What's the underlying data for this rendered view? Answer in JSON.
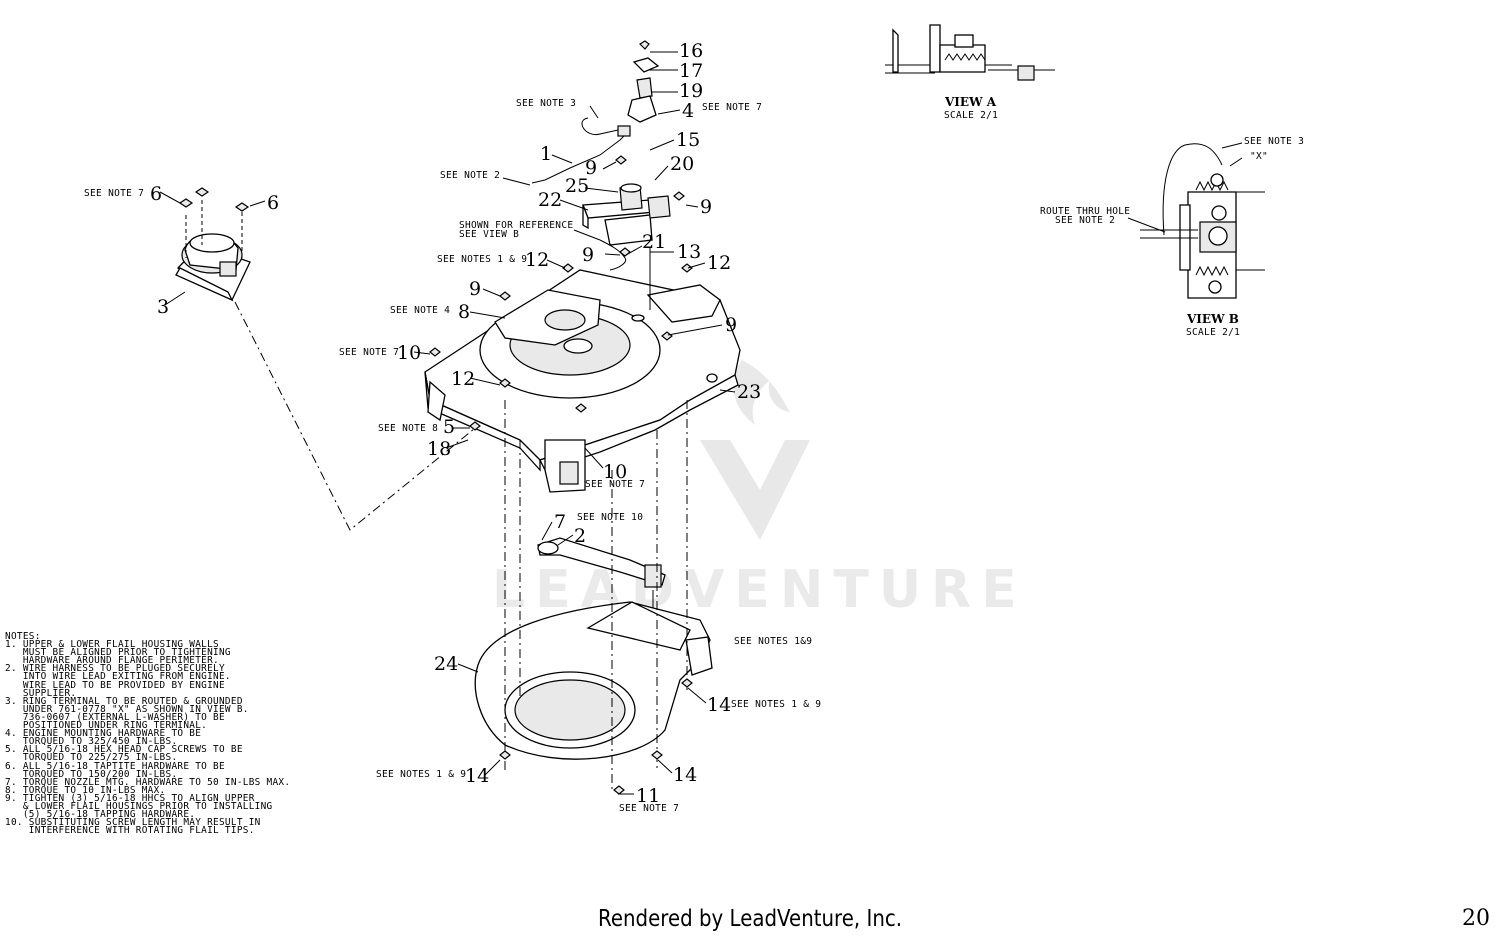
{
  "callouts": {
    "c1": "1",
    "c2": "2",
    "c3": "3",
    "c4": "4",
    "c5": "5",
    "c6a": "6",
    "c6b": "6",
    "c7": "7",
    "c8": "8",
    "c9a": "9",
    "c9b": "9",
    "c9c": "9",
    "c9d": "9",
    "c9e": "9",
    "c10a": "10",
    "c10b": "10",
    "c11": "11",
    "c12a": "12",
    "c12b": "12",
    "c12c": "12",
    "c13": "13",
    "c14a": "14",
    "c14b": "14",
    "c14c": "14",
    "c15": "15",
    "c16": "16",
    "c17": "17",
    "c18": "18",
    "c19": "19",
    "c20": "20",
    "c21": "21",
    "c22": "22",
    "c23": "23",
    "c24": "24",
    "c25": "25"
  },
  "labels": {
    "see_note_3": "SEE NOTE 3",
    "see_note_7_a": "SEE NOTE 7",
    "see_note_7_b": "SEE NOTE 7",
    "see_note_7_c": "SEE NOTE 7",
    "see_note_7_d": "SEE NOTE 7",
    "see_note_7_e": "SEE NOTE 7",
    "see_note_2": "SEE NOTE 2",
    "shown_ref_1": "SHOWN FOR REFERENCE",
    "shown_ref_2": "SEE VIEW B",
    "see_notes_1_9_a": "SEE NOTES 1 & 9",
    "see_note_4": "SEE NOTE 4",
    "see_note_8": "SEE NOTE 8",
    "see_note_10": "SEE NOTE 10",
    "see_notes_1_9_b": "SEE NOTES 1&9",
    "see_notes_1_9_c": "SEE NOTES 1 & 9",
    "see_notes_1_9_d": "SEE NOTES 1 & 9",
    "view_a_title": "VIEW A",
    "view_a_scale": "SCALE 2/1",
    "view_b_title": "VIEW B",
    "view_b_scale": "SCALE 2/1",
    "view_b_note3": "SEE NOTE 3",
    "view_b_x": "\"X\"",
    "route_1": "ROUTE THRU HOLE",
    "route_2": "SEE NOTE 2"
  },
  "notes": "NOTES:\n1. UPPER & LOWER FLAIL HOUSING WALLS\n   MUST BE ALIGNED PRIOR TO TIGHTENING\n   HARDWARE AROUND FLANGE PERIMETER.\n2. WIRE HARNESS TO BE PLUGED SECURELY\n   INTO WIRE LEAD EXITING FROM ENGINE.\n   WIRE LEAD TO BE PROVIDED BY ENGINE\n   SUPPLIER.\n3. RING TERMINAL TO BE ROUTED & GROUNDED\n   UNDER 761-0778 \"X\" AS SHOWN IN VIEW B.\n   736-0607 (EXTERNAL L-WASHER) TO BE\n   POSITIONED UNDER RING TERMINAL.\n4. ENGINE MOUNTING HARDWARE TO BE\n   TORQUED TO 325/450 IN-LBS.\n5. ALL 5/16-18 HEX HEAD CAP SCREWS TO BE\n   TORQUED TO 225/275 IN-LBS.\n6. ALL 5/16-18 TAPTITE HARDWARE TO BE\n   TORQUED TO 150/200 IN-LBS.\n7. TORQUE NOZZLE MTG. HARDWARE TO 50 IN-LBS MAX.\n8. TORQUE TO 10 IN-LBS MAX.\n9. TIGHTEN (3) 5/16-18 HHCS TO ALIGN UPPER\n   & LOWER FLAIL HOUSINGS PRIOR TO INSTALLING\n   (5) 5/16-18 TAPPING HARDWARE.\n10. SUBSTITUTING SCREW LENGTH MAY RESULT IN\n    INTERFERENCE WITH ROTATING FLAIL TIPS.",
  "watermark": "LEADVENTURE",
  "footer": "Rendered by LeadVenture, Inc.",
  "page_number": "20"
}
